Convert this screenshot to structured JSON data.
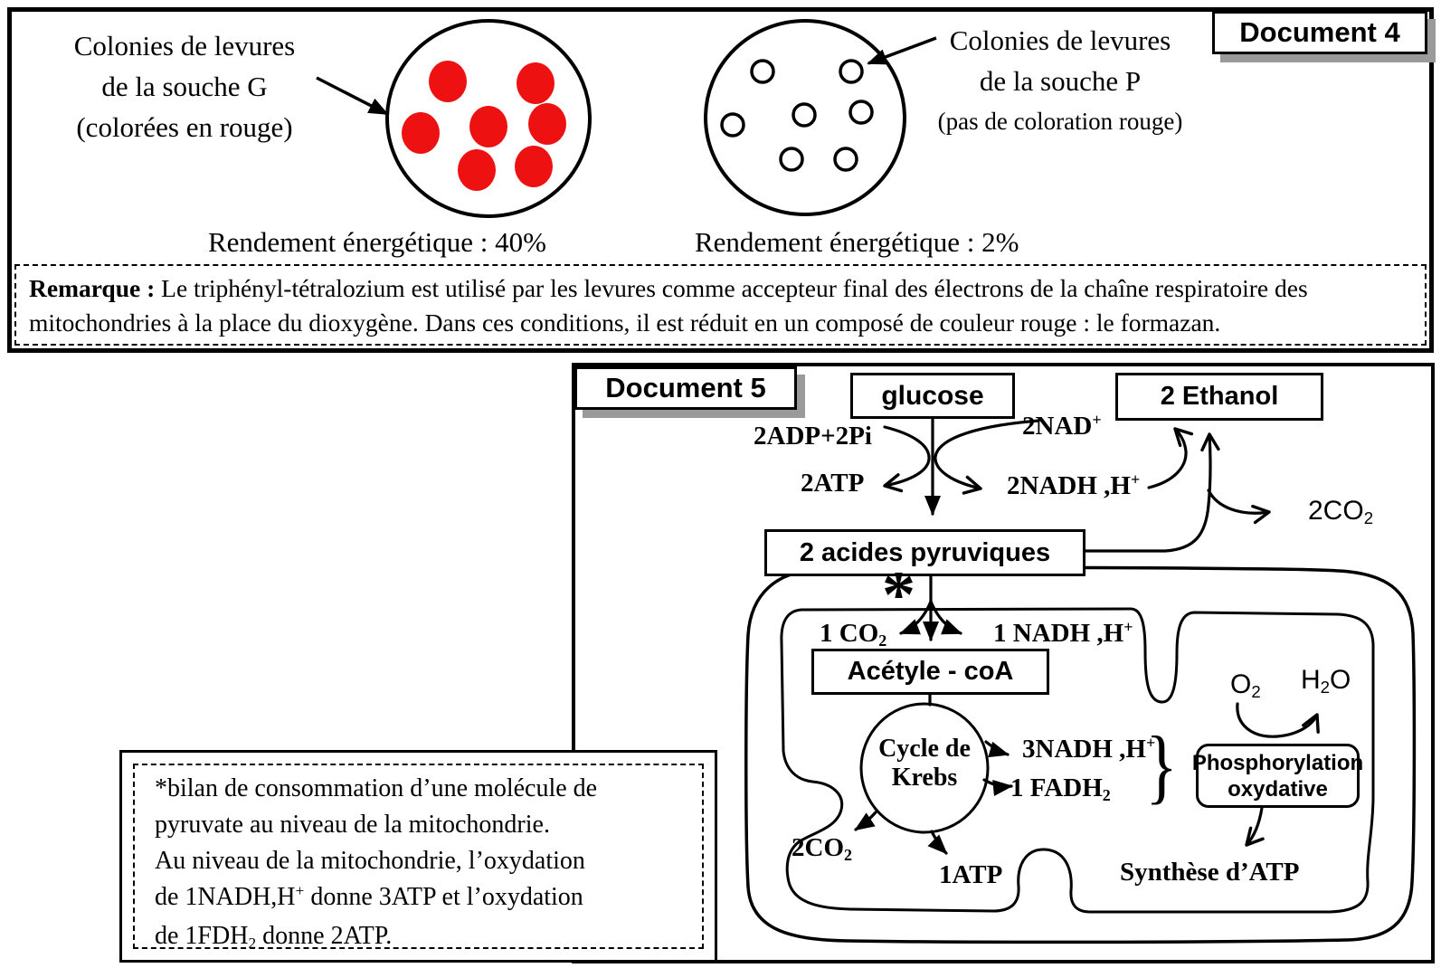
{
  "colors": {
    "colony_red": "#ee1111",
    "label_shadow": "#9a9a9a",
    "ink": "#000000"
  },
  "document4": {
    "label": "Document 4",
    "left_caption": [
      "Colonies de levures",
      "de la souche G",
      "(colorées en rouge)"
    ],
    "left_yield": "Rendement énergétique : 40%",
    "right_caption": [
      "Colonies de levures",
      "de la souche P",
      "(pas de coloration rouge)"
    ],
    "right_yield": "Rendement énergétique : 2%",
    "remark_title": "Remarque :",
    "remark_text": " Le triphényl-tétralozium est utilisé par les levures comme accepteur final des électrons de la chaîne respiratoire des mitochondries à la place du dioxygène. Dans ces conditions, il est réduit en un composé de couleur rouge : le formazan."
  },
  "document5": {
    "label": "Document 5",
    "glucose": "glucose",
    "ethanol": "2 Ethanol",
    "pyruvate": "2 acides pyruviques",
    "acetyl": "Acétyle - coA",
    "phospho_line1": "Phosphorylation",
    "phospho_line2": "oxydative",
    "adp": "2ADP+2Pi",
    "atp_glycolysis": "2ATP",
    "nad_base": "2NAD",
    "nad_sup": "+",
    "nadh_glycolysis_base": "2NADH ,H",
    "nadh_glycolysis_sup": "+",
    "co2_ferment_base": "2CO",
    "co2_ferment_sub": "2",
    "asterisk": "*",
    "co2_pdh_base": "1 CO",
    "co2_pdh_sub": "2",
    "nadh_pdh_base": "1 NADH ,H",
    "nadh_pdh_sup": "+",
    "krebs_line1": "Cycle de",
    "krebs_line2": "Krebs",
    "nadh_krebs_base": "3NADH ,H",
    "nadh_krebs_sup": "+",
    "fadh_base": "1 FADH",
    "fadh_sub": "2",
    "brace": "}",
    "co2_krebs_base": "2CO",
    "co2_krebs_sub": "2",
    "atp_krebs": "1ATP",
    "o2_base": "O",
    "o2_sub": "2",
    "h2o_a": "H",
    "h2o_sub": "2",
    "h2o_b": "O",
    "synthese": "Synthèse d’ATP",
    "note_line1": "*bilan de consommation d’une molécule de",
    "note_line2": "pyruvate au niveau de la mitochondrie.",
    "note_line3": "Au niveau de la mitochondrie, l’oxydation",
    "note_line4a": "de 1NADH,H",
    "note_line4sup": "+",
    "note_line4b": " donne 3ATP et l’oxydation",
    "note_line5a": "de 1FDH",
    "note_line5sub": "2",
    "note_line5b": " donne 2ATP."
  }
}
